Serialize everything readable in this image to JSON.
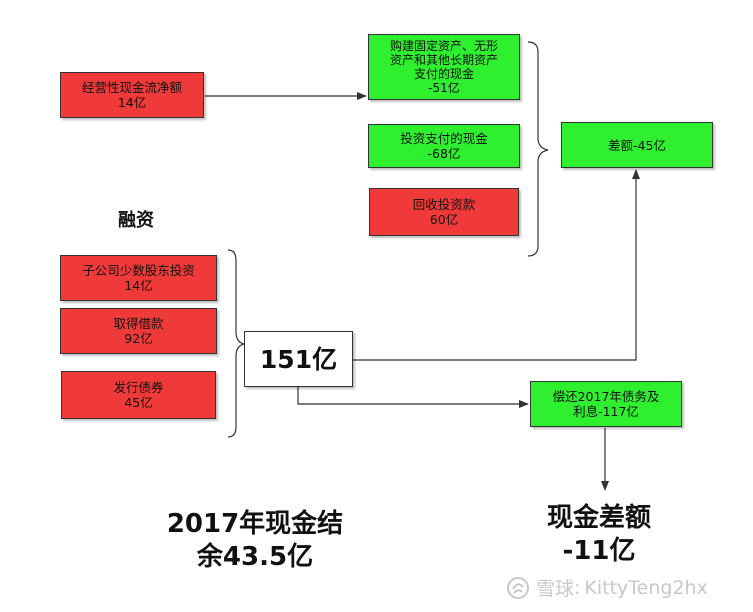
{
  "operating": {
    "lines": [
      "经营性现金流净额",
      "14亿"
    ]
  },
  "investing": [
    {
      "lines": [
        "购建固定资产、无形",
        "资产和其他长期资产",
        "支付的现金",
        "-51亿"
      ]
    },
    {
      "lines": [
        "投资支付的现金",
        "-68亿"
      ]
    },
    {
      "lines": [
        "回收投资款",
        "60亿"
      ]
    }
  ],
  "difference": {
    "lines": [
      "差额-45亿"
    ]
  },
  "financing_title": "融资",
  "financing": [
    {
      "lines": [
        "子公司少数股东投资",
        "14亿"
      ]
    },
    {
      "lines": [
        "取得借款",
        "92亿"
      ]
    },
    {
      "lines": [
        "发行债券",
        "45亿"
      ]
    }
  ],
  "financing_total": "151亿",
  "repayment": {
    "lines": [
      "偿还2017年债务及",
      "利息-117亿"
    ]
  },
  "cash_balance": {
    "lines": [
      "2017年现金结",
      "余43.5亿"
    ]
  },
  "cash_gap": {
    "lines": [
      "现金差额",
      "-11亿"
    ]
  },
  "watermark": {
    "site": "雪球",
    "user": "KittyTeng2hx"
  },
  "colors": {
    "red": "#f03a3a",
    "green": "#2ef02e",
    "line": "#333333"
  }
}
